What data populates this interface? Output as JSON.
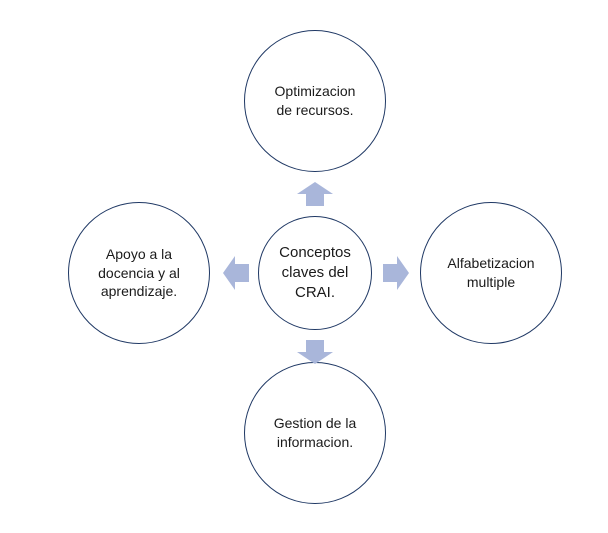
{
  "center": {
    "label": "Conceptos claves del CRAI."
  },
  "nodes": {
    "top": "Optimizacion de recursos.",
    "right": "Alfabetizacion multiple",
    "bottom": "Gestion de la informacion.",
    "left": "Apoyo a la docencia y al aprendizaje."
  },
  "colors": {
    "circle_border": "#1f3864",
    "arrow_fill": "#a9b6da",
    "text": "#1a1a1a"
  }
}
